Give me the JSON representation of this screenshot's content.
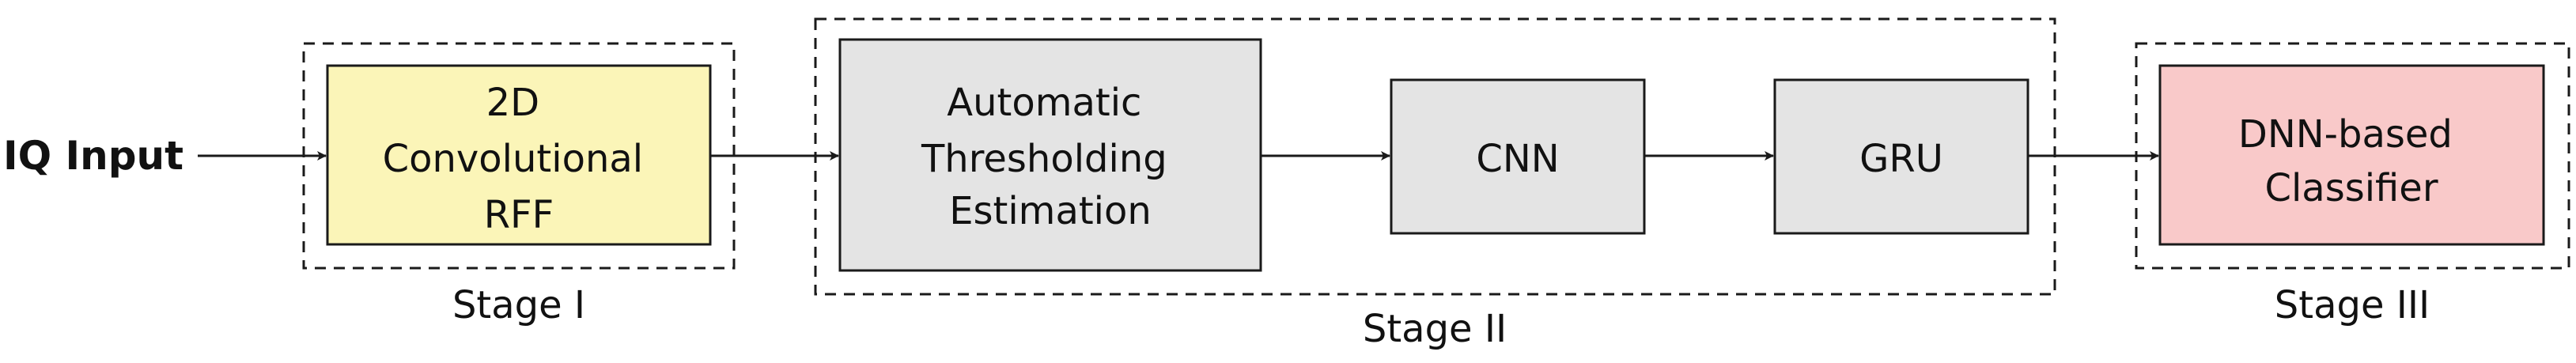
{
  "input": {
    "label": "IQ Input"
  },
  "stages": [
    {
      "label": "Stage I"
    },
    {
      "label": "Stage II"
    },
    {
      "label": "Stage III"
    }
  ],
  "blocks": {
    "rff": {
      "lines": [
        "2D",
        "Convolutional",
        "RFF"
      ],
      "fill": "#fbf5b8"
    },
    "threshold": {
      "lines": [
        "Automatic",
        "Thresholding",
        "Estimation"
      ],
      "fill": "#e4e4e4"
    },
    "cnn": {
      "lines": [
        "CNN"
      ],
      "fill": "#e4e4e4"
    },
    "gru": {
      "lines": [
        "GRU"
      ],
      "fill": "#e4e4e4"
    },
    "classifier": {
      "lines": [
        "DNN-based",
        "Classifier"
      ],
      "fill": "#f9c9c9"
    }
  },
  "colors": {
    "stroke": "#1a1a1a",
    "background": "#ffffff"
  }
}
